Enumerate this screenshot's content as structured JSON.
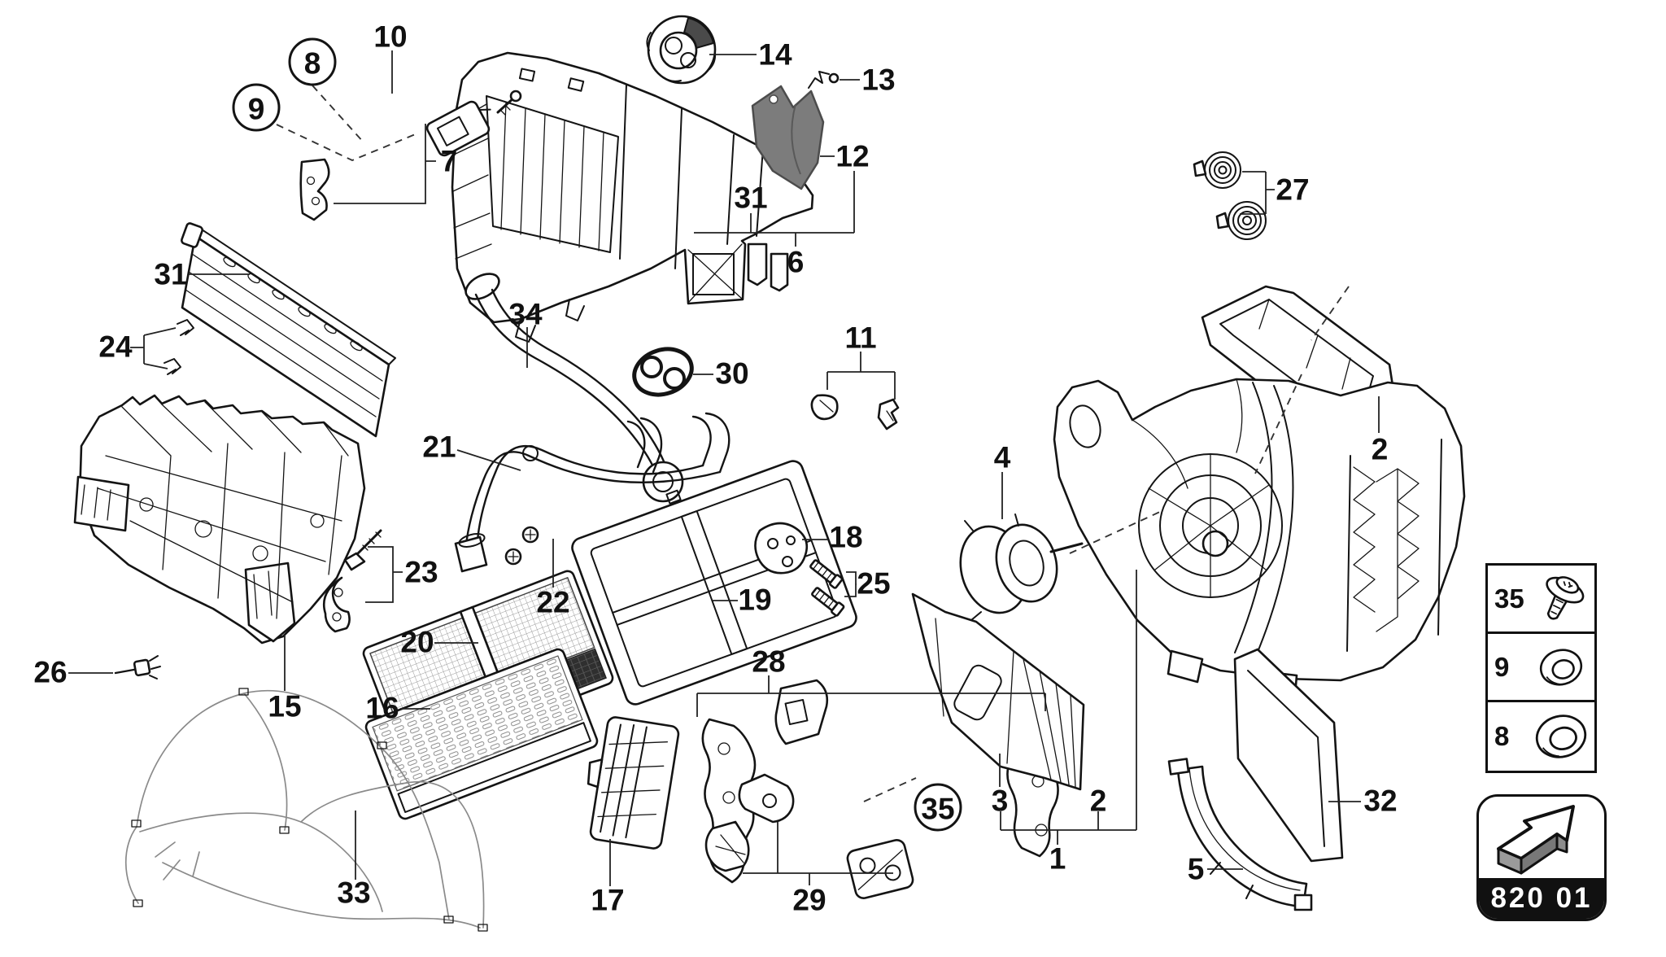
{
  "diagram": {
    "code": "820 01",
    "background_color": "#ffffff",
    "line_color": "#141414",
    "foam_pad_color": "#7c7c7c"
  },
  "callouts": {
    "c8": {
      "number": "8",
      "circled": true
    },
    "c9": {
      "number": "9",
      "circled": true
    },
    "c10": {
      "number": "10"
    },
    "c7": {
      "number": "7"
    },
    "c14": {
      "number": "14"
    },
    "c13": {
      "number": "13"
    },
    "c12": {
      "number": "12"
    },
    "c31_top": {
      "number": "31"
    },
    "c6": {
      "number": "6"
    },
    "c27": {
      "number": "27"
    },
    "c2_right": {
      "number": "2"
    },
    "c31_left": {
      "number": "31"
    },
    "c24": {
      "number": "24"
    },
    "c34": {
      "number": "34"
    },
    "c30": {
      "number": "30"
    },
    "c11": {
      "number": "11"
    },
    "c21": {
      "number": "21"
    },
    "c4": {
      "number": "4"
    },
    "c23": {
      "number": "23"
    },
    "c22": {
      "number": "22"
    },
    "c18": {
      "number": "18"
    },
    "c25": {
      "number": "25"
    },
    "c19": {
      "number": "19"
    },
    "c20": {
      "number": "20"
    },
    "c16": {
      "number": "16"
    },
    "c15": {
      "number": "15"
    },
    "c26": {
      "number": "26"
    },
    "c28": {
      "number": "28"
    },
    "c35": {
      "number": "35",
      "circled": true
    },
    "c3": {
      "number": "3"
    },
    "c2_bottom": {
      "number": "2"
    },
    "c1": {
      "number": "1"
    },
    "c17": {
      "number": "17"
    },
    "c29": {
      "number": "29"
    },
    "c33": {
      "number": "33"
    },
    "c5": {
      "number": "5"
    },
    "c32": {
      "number": "32"
    }
  },
  "legend": {
    "rows": [
      {
        "number": "35",
        "icon": "screw-rivet-icon"
      },
      {
        "number": "9",
        "icon": "grommet-small-icon"
      },
      {
        "number": "8",
        "icon": "grommet-large-icon"
      }
    ],
    "code_plate": {
      "code": "820 01",
      "icon": "arrow-3d-icon"
    }
  }
}
